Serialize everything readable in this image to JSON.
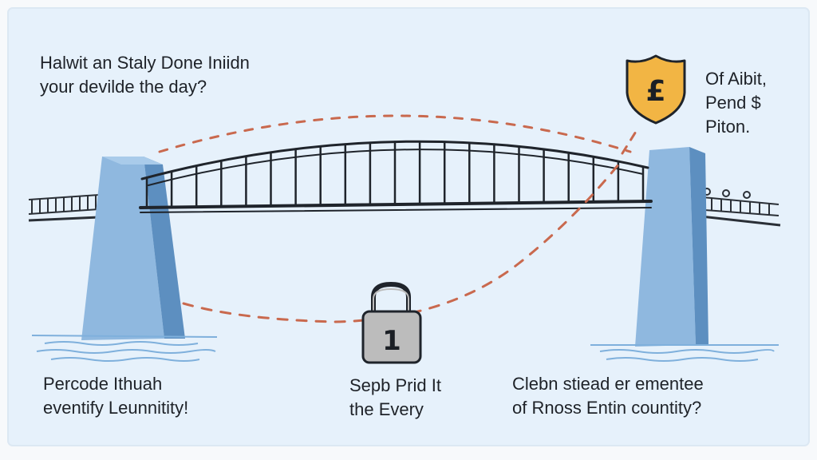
{
  "colors": {
    "panel": "#e6f1fb",
    "tower_light": "#8fb8df",
    "tower_dark": "#5d8fc0",
    "dash": "#c9694e",
    "shield": "#f2b544",
    "lock": "#bcbcbc",
    "water": "#7fb0dc"
  },
  "icons": {
    "shield": "pound-shield-icon",
    "lock": "padlock-icon"
  },
  "shield_symbol": "£",
  "lock_number": "1",
  "texts": {
    "top_left": [
      "Halwit an Staly Done Iniidn",
      "your devilde the day?"
    ],
    "top_right": [
      "Of Aibit,",
      "Pend $",
      "Piton."
    ],
    "bottom_left": [
      "Percode Ithuah",
      "eventify Leunnitity!"
    ],
    "bottom_middle": [
      "Sepb Prid It",
      "the Every"
    ],
    "bottom_right": [
      "Clebn stiead er ementee",
      "of Rnoss Entin countity?"
    ]
  }
}
